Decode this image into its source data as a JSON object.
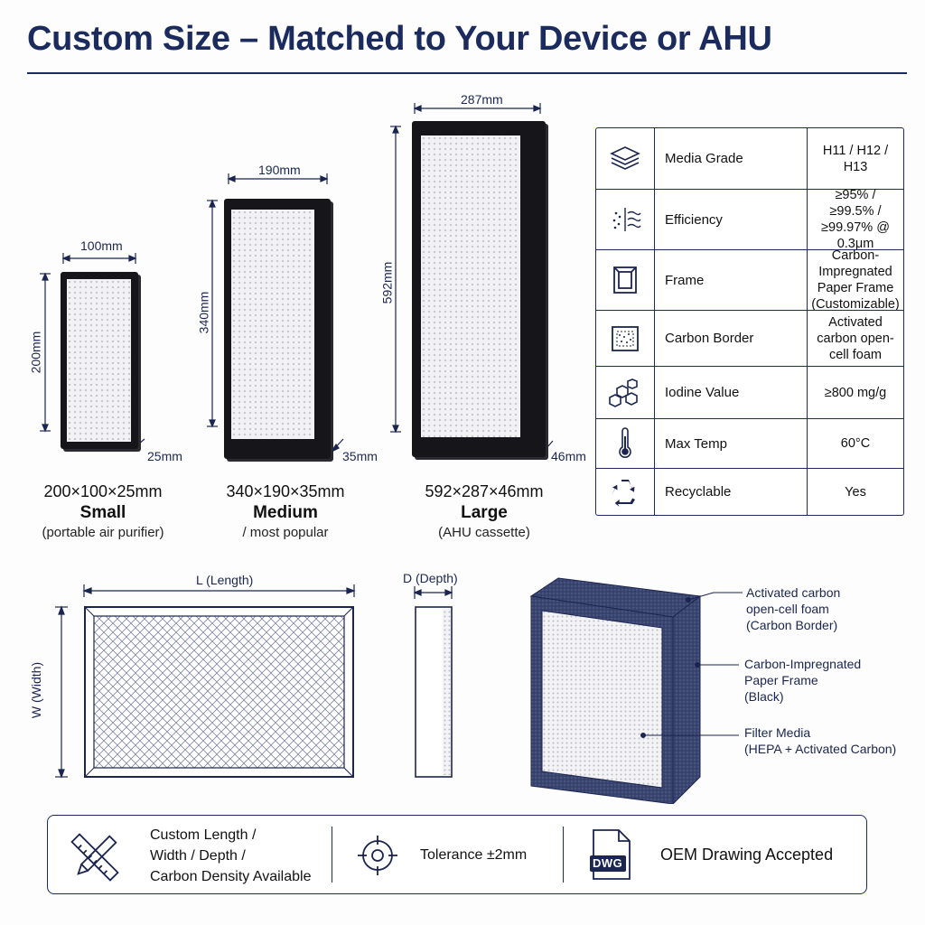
{
  "title": "Custom Size – Matched to Your Device or AHU",
  "sizes": [
    {
      "width_label": "100mm",
      "height_label": "200mm",
      "depth_label": "25mm",
      "code": "200×100×25mm",
      "name": "Small",
      "note": "(portable air purifier)"
    },
    {
      "width_label": "190mm",
      "height_label": "340mm",
      "depth_label": "35mm",
      "code": "340×190×35mm",
      "name": "Medium",
      "note": "/ most popular"
    },
    {
      "width_label": "287mm",
      "height_label": "592mm",
      "depth_label": "46mm",
      "code": "592×287×46mm",
      "name": "Large",
      "note": "(AHU cassette)"
    }
  ],
  "spec_table": [
    {
      "icon": "layers-icon",
      "label": "Media Grade",
      "value": "H11 / H12 / H13"
    },
    {
      "icon": "airflow-particles-icon",
      "label": "Efficiency",
      "value": "≥95% / ≥99.5% / ≥99.97% @ 0.3μm"
    },
    {
      "icon": "frame-icon",
      "label": "Frame",
      "value": "Carbon-Impregnated Paper Frame (Customizable)"
    },
    {
      "icon": "foam-texture-icon",
      "label": "Carbon Border",
      "value": "Activated carbon open-cell foam"
    },
    {
      "icon": "molecule-icon",
      "label": "Iodine Value",
      "value": "≥800 mg/g"
    },
    {
      "icon": "thermometer-icon",
      "label": "Max Temp",
      "value": "60°C"
    },
    {
      "icon": "recycle-icon",
      "label": "Recyclable",
      "value": "Yes"
    }
  ],
  "dimension_diagram": {
    "length_label": "L (Length)",
    "width_label": "W (Width)",
    "depth_label": "D (Depth)"
  },
  "callouts": [
    {
      "lines": [
        "Activated carbon",
        "open-cell foam",
        "(Carbon Border)"
      ]
    },
    {
      "lines": [
        "Carbon-Impregnated",
        "Paper Frame",
        "(Black)"
      ]
    },
    {
      "lines": [
        "Filter Media",
        "(HEPA + Activated Carbon)"
      ]
    }
  ],
  "features": [
    {
      "icon": "ruler-pencil-icon",
      "lines": [
        "Custom Length /",
        "Width / Depth /",
        "Carbon Density Available"
      ]
    },
    {
      "icon": "crosshair-icon",
      "lines": [
        "Tolerance ±2mm"
      ]
    },
    {
      "icon": "dwg-file-icon",
      "badge": "DWG",
      "lines": [
        "OEM Drawing Accepted"
      ]
    }
  ],
  "colors": {
    "navy": "#1b2b5e",
    "frame_black": "#16161a",
    "media": "#f2f2f4",
    "carbon_border": "#3a4670"
  }
}
